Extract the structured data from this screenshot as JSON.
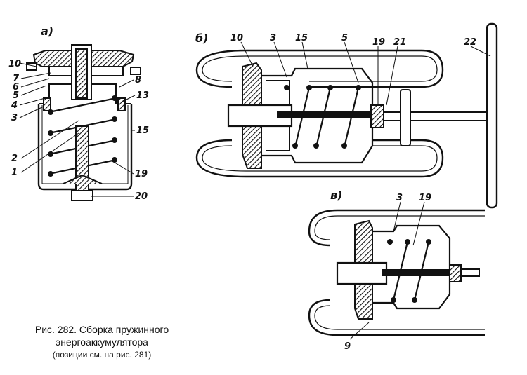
{
  "figure": {
    "views": {
      "a": "а)",
      "b": "б)",
      "c": "в)"
    },
    "callouts_a": [
      "10",
      "7",
      "6",
      "5",
      "4",
      "3",
      "8",
      "13",
      "15",
      "2",
      "1",
      "19",
      "20"
    ],
    "callouts_b": [
      "10",
      "3",
      "15",
      "5",
      "19",
      "21",
      "22"
    ],
    "callouts_c": [
      "3",
      "19",
      "9"
    ],
    "caption": {
      "line1": "Рис. 282. Сборка пружинного",
      "line2": "энергоаккумулятора",
      "line3": "(позиции см. на рис. 281)"
    }
  }
}
